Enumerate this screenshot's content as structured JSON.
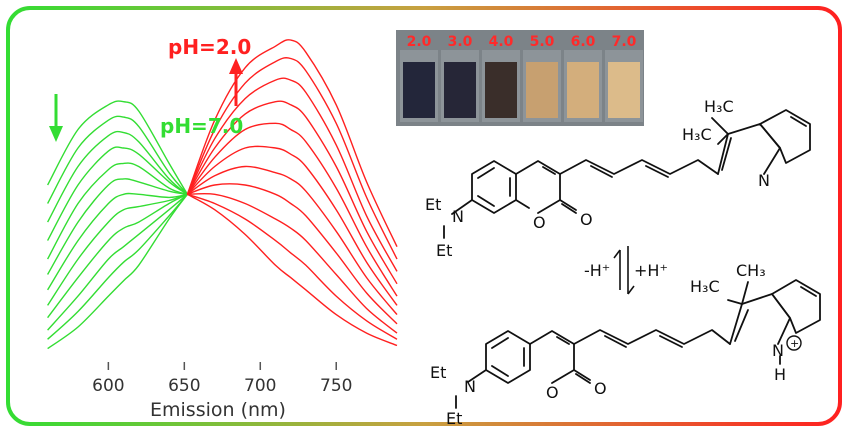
{
  "colors": {
    "acid": "#ff2020",
    "base": "#33dd33",
    "frame_mid": "#c8a040"
  },
  "chart_data": {
    "type": "line",
    "title": "",
    "xlabel": "Emission (nm)",
    "ylabel": "",
    "xlim": [
      555,
      790
    ],
    "xticks": [
      600,
      650,
      700,
      750
    ],
    "grid": false,
    "isosbestic_nm": 652,
    "annotations": {
      "acid_label": "pH=2.0",
      "base_label": "pH=7.0"
    },
    "green_series": {
      "description_values": "pH=7.0 to lower pH, relative intensity (0-1) at x",
      "x": [
        560,
        580,
        600,
        610,
        620,
        640,
        652
      ],
      "curves": [
        [
          0.58,
          0.76,
          0.84,
          0.85,
          0.82,
          0.65,
          0.55
        ],
        [
          0.52,
          0.7,
          0.79,
          0.8,
          0.77,
          0.62,
          0.55
        ],
        [
          0.46,
          0.64,
          0.74,
          0.75,
          0.72,
          0.6,
          0.55
        ],
        [
          0.4,
          0.58,
          0.69,
          0.7,
          0.68,
          0.59,
          0.55
        ],
        [
          0.34,
          0.52,
          0.63,
          0.65,
          0.64,
          0.57,
          0.55
        ],
        [
          0.29,
          0.46,
          0.58,
          0.6,
          0.59,
          0.56,
          0.55
        ],
        [
          0.24,
          0.4,
          0.52,
          0.55,
          0.55,
          0.54,
          0.55
        ],
        [
          0.19,
          0.34,
          0.46,
          0.5,
          0.51,
          0.53,
          0.55
        ],
        [
          0.15,
          0.28,
          0.4,
          0.44,
          0.46,
          0.52,
          0.55
        ],
        [
          0.11,
          0.22,
          0.34,
          0.38,
          0.42,
          0.5,
          0.55
        ],
        [
          0.08,
          0.17,
          0.28,
          0.33,
          0.37,
          0.48,
          0.55
        ],
        [
          0.05,
          0.12,
          0.22,
          0.27,
          0.32,
          0.47,
          0.55
        ]
      ]
    },
    "red_series": {
      "description_values": "pH=2.0 rising set, relative intensity (0-1) at x",
      "x": [
        652,
        670,
        690,
        710,
        720,
        730,
        750,
        770,
        790
      ],
      "curves": [
        [
          0.55,
          0.5,
          0.42,
          0.32,
          0.28,
          0.24,
          0.16,
          0.1,
          0.06
        ],
        [
          0.55,
          0.52,
          0.47,
          0.4,
          0.36,
          0.32,
          0.22,
          0.14,
          0.08
        ],
        [
          0.55,
          0.55,
          0.52,
          0.47,
          0.44,
          0.4,
          0.29,
          0.18,
          0.1
        ],
        [
          0.55,
          0.58,
          0.58,
          0.55,
          0.52,
          0.48,
          0.36,
          0.23,
          0.13
        ],
        [
          0.55,
          0.61,
          0.64,
          0.62,
          0.6,
          0.56,
          0.43,
          0.28,
          0.16
        ],
        [
          0.55,
          0.64,
          0.7,
          0.7,
          0.68,
          0.64,
          0.5,
          0.33,
          0.19
        ],
        [
          0.55,
          0.67,
          0.76,
          0.78,
          0.76,
          0.72,
          0.57,
          0.38,
          0.22
        ],
        [
          0.55,
          0.7,
          0.81,
          0.85,
          0.84,
          0.8,
          0.64,
          0.43,
          0.26
        ],
        [
          0.55,
          0.73,
          0.86,
          0.92,
          0.92,
          0.88,
          0.71,
          0.48,
          0.3
        ],
        [
          0.55,
          0.76,
          0.91,
          0.98,
          0.99,
          0.95,
          0.78,
          0.54,
          0.34
        ],
        [
          0.55,
          0.79,
          0.96,
          1.03,
          1.05,
          1.01,
          0.84,
          0.59,
          0.38
        ]
      ]
    }
  },
  "vials": {
    "labels": [
      "2.0",
      "3.0",
      "4.0",
      "5.0",
      "6.0",
      "7.0"
    ],
    "fill_colors": [
      "#23263a",
      "#262637",
      "#3a2e2a",
      "#c7a070",
      "#d3ae7c",
      "#dcbb8a"
    ]
  },
  "chemistry": {
    "top": {
      "et_top": "Et",
      "n": "N",
      "et_bottom": "Et",
      "o_ring": "O",
      "o_carbonyl": "O",
      "methyl_1": "H₃C",
      "methyl_2": "H₃C",
      "n_indole": "N"
    },
    "equilibrium": {
      "left": "-H⁺",
      "right": "+H⁺"
    },
    "bottom": {
      "et_top": "Et",
      "n": "N",
      "et_bottom": "Et",
      "o_ring": "O",
      "o_carbonyl": "O",
      "methyl_top": "CH₃",
      "methyl_left": "H₃C",
      "n_plus": "N",
      "plus": "+",
      "h": "H"
    }
  }
}
